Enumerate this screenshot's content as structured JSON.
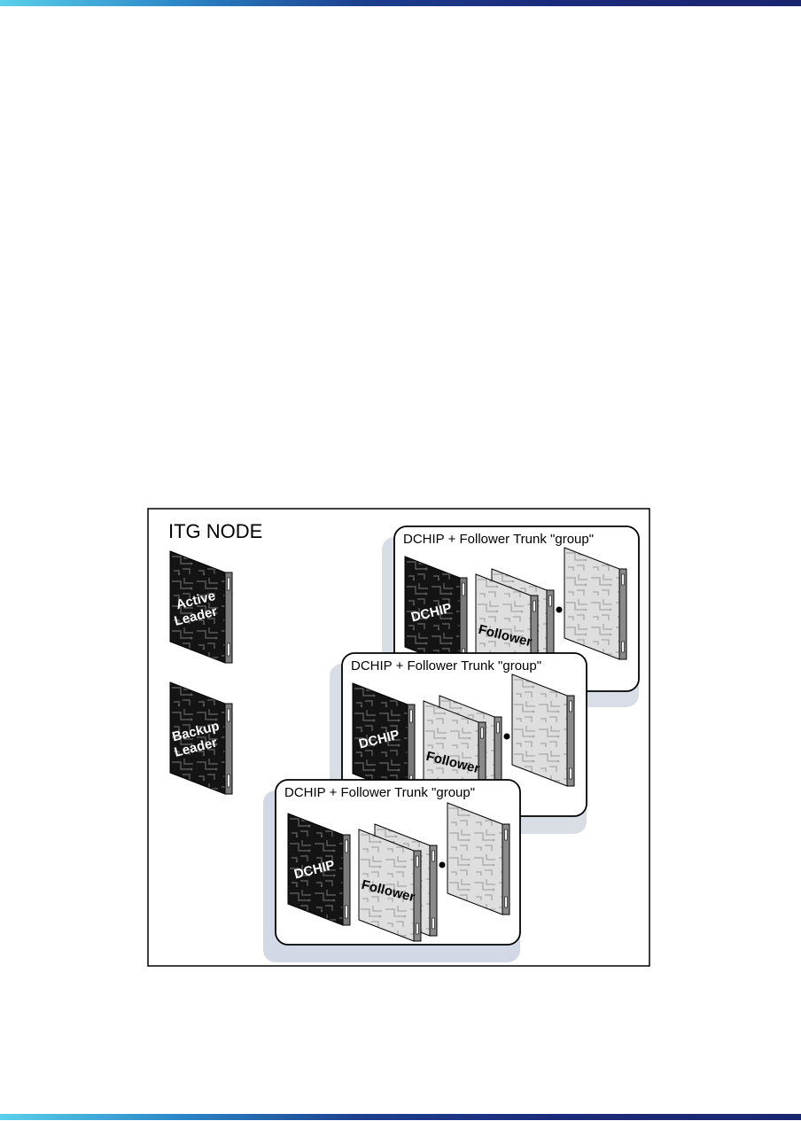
{
  "diagram": {
    "node_title": "ITG NODE",
    "leaders": [
      {
        "line1": "Active",
        "line2": "Leader"
      },
      {
        "line1": "Backup",
        "line2": "Leader"
      }
    ],
    "groups": [
      {
        "label": "DCHIP + Follower Trunk \"group\"",
        "dchip": "DCHIP",
        "follower": "Follower"
      },
      {
        "label": "DCHIP + Follower Trunk \"group\"",
        "dchip": "DCHIP",
        "follower": "Follower"
      },
      {
        "label": "DCHIP + Follower Trunk \"group\"",
        "dchip": "DCHIP",
        "follower": "Follower"
      }
    ],
    "colors": {
      "header_bar": "#1b2a7a",
      "dark_card": "#1a1a1a",
      "light_card": "#e2e2e2",
      "group_shadow": "#d6dbe8"
    }
  }
}
